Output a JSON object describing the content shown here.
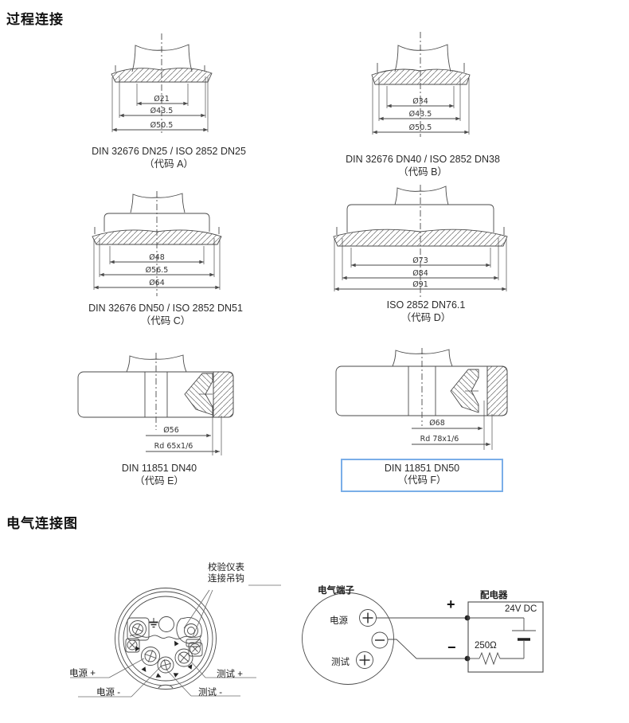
{
  "sections": {
    "process_title": "过程连接",
    "electrical_title": "电气连接图"
  },
  "fittings": [
    {
      "name": "DIN 32676 DN25 / ISO 2852 DN25",
      "code": "（代码 A）",
      "dims": [
        "Ø21",
        "Ø43.5",
        "Ø50.5"
      ]
    },
    {
      "name": "DIN 32676 DN40 / ISO 2852 DN38",
      "code": "（代码 B）",
      "dims": [
        "Ø34",
        "Ø43.5",
        "Ø50.5"
      ]
    },
    {
      "name": "DIN 32676 DN50 / ISO 2852 DN51",
      "code": "（代码 C）",
      "dims": [
        "Ø48",
        "Ø56.5",
        "Ø64"
      ]
    },
    {
      "name": "ISO 2852 DN76.1",
      "code": "（代码 D）",
      "dims": [
        "Ø73",
        "Ø84",
        "Ø91"
      ]
    },
    {
      "name": "DIN 11851 DN40",
      "code": "（代码 E）",
      "dims": [
        "Ø56",
        "Rd 65x1/6"
      ]
    },
    {
      "name": "DIN 11851 DN50",
      "code": "（代码 F）",
      "dims": [
        "Ø68",
        "Rd 78x1/6"
      ],
      "highlighted": true
    }
  ],
  "connector_diagram": {
    "hook_label_line1": "校验仪表",
    "hook_label_line2": "连接吊钩",
    "power_plus": "电源 +",
    "power_minus": "电源 -",
    "test_plus": "测试 +",
    "test_minus": "测试 -"
  },
  "wiring_diagram": {
    "terminals_title": "电气端子",
    "power_label": "电源",
    "test_label": "测试",
    "distributor_title": "配电器",
    "voltage": "24V DC",
    "resistance": "250Ω",
    "plus_sign": "+",
    "minus_sign": "−"
  },
  "colors": {
    "highlight_border": "#7aaee8",
    "line": "#4a4a4a"
  }
}
